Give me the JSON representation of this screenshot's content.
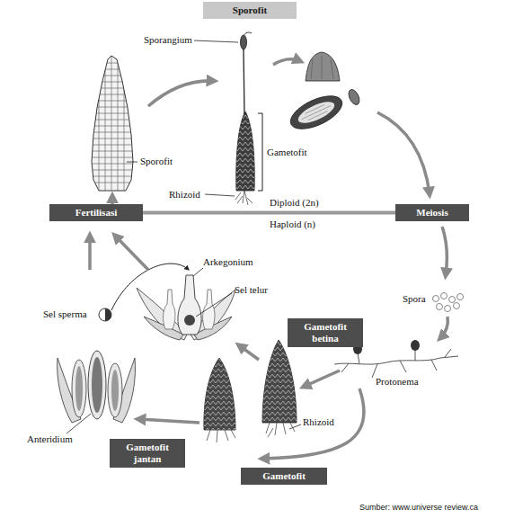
{
  "diagram": {
    "nodes": [
      {
        "text": [
          "Sporofit"
        ]
      },
      {
        "text": [
          "Fertilisasi"
        ]
      },
      {
        "text": [
          "Meiosis"
        ]
      },
      {
        "text": [
          "Gametofit betina"
        ]
      },
      {
        "text": [
          "Gametofit jantan"
        ]
      },
      {
        "text": [
          "Gametofit"
        ]
      }
    ],
    "edges": [
      {
        "from": 1,
        "to": 2,
        "arrow": "none"
      }
    ],
    "labels": [
      "Sporangium",
      "Sporofit",
      "Gametofit",
      "Rhizoid",
      "Diploid (2n)",
      "Haploid (n)",
      "Arkegonium",
      "Sel telur",
      "Sel sperma",
      "Spora",
      "Protonema",
      "Rhizoid",
      "Anteridium",
      "Sumber: www.universe review.ca"
    ]
  }
}
